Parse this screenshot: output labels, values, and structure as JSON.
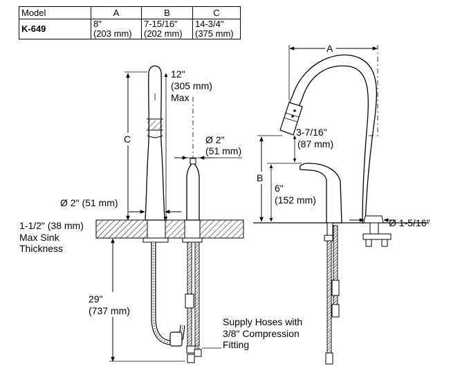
{
  "table": {
    "header": {
      "model": "Model",
      "a": "A",
      "b": "B",
      "c": "C"
    },
    "row": {
      "model": "K-649",
      "a": [
        "8\"",
        "(203 mm)"
      ],
      "b": [
        "7-15/16\"",
        "(202 mm)"
      ],
      "c": [
        "14-3/4\"",
        "(375 mm)"
      ]
    }
  },
  "front_view": {
    "height_label": [
      "12\"",
      "(305 mm)",
      "Max"
    ],
    "dim_c": "C",
    "handle_diameter": [
      "Ø 2\"",
      "(51 mm)"
    ],
    "base_diameter": "Ø 2\" (51 mm)",
    "sink_thickness": [
      "1-1/2\" (38 mm)",
      "Max Sink",
      "Thickness"
    ],
    "hose_length": [
      "29\"",
      "(737 mm)"
    ],
    "supply_hoses": [
      "Supply Hoses with",
      "3/8\" Compression",
      "Fitting"
    ]
  },
  "side_view": {
    "dim_a": "A",
    "dim_b": "B",
    "spout_clearance": [
      "3-7/16\"",
      "(87 mm)"
    ],
    "handle_height": [
      "6\"",
      "(152 mm)"
    ],
    "mount_diameter": "Ø 1-5/16\""
  }
}
